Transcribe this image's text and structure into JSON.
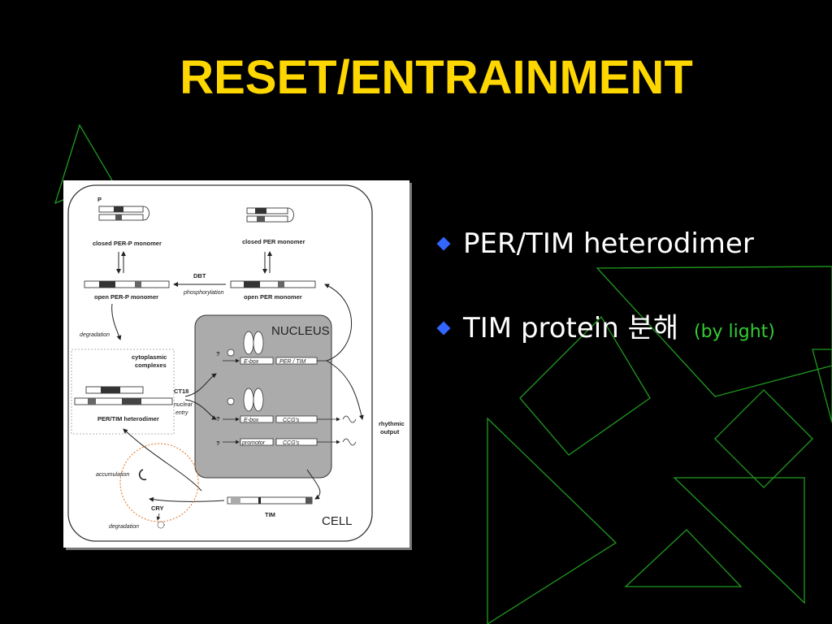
{
  "slide": {
    "title": "RESET/ENTRAINMENT",
    "bullets": [
      {
        "text": "PER/TIM heterodimer",
        "note": ""
      },
      {
        "text": "TIM protein 분해",
        "note": "(by light)"
      }
    ]
  },
  "figure": {
    "labels": {
      "closed_per_p": "closed PER-P monomer",
      "closed_per": "closed PER monomer",
      "open_per_p": "open PER-P monomer",
      "open_per": "open PER monomer",
      "dbt": "DBT",
      "phosphorylation": "phosphorylation",
      "degradation_top": "degradation",
      "cytoplasmic": "cytoplasmic",
      "complexes": "complexes",
      "heterodimer": "PER/TIM heterodimer",
      "ct18": "CT18",
      "nuclear": "nuclear",
      "entry": "entry",
      "nucleus": "NUCLEUS",
      "ebox1": "E-box",
      "per_tim_gene": "PER / TIM",
      "ebox2": "E-box",
      "ccgs1": "CCG's",
      "promotor": "promotor",
      "ccgs2": "CCG's",
      "q1": "?",
      "q2": "?",
      "q3": "?",
      "rhythmic": "rhythmic",
      "output": "output",
      "accumulation": "accumulation",
      "cry": "CRY",
      "degradation_bottom": "degradation",
      "tim": "TIM",
      "cell": "CELL",
      "p": "P"
    }
  },
  "colors": {
    "title": "#ffd700",
    "bullet_diamond": "#3366ff",
    "note": "#33cc33",
    "decor_lines": "#1f9a1f",
    "highlight_circle": "#e07020"
  }
}
